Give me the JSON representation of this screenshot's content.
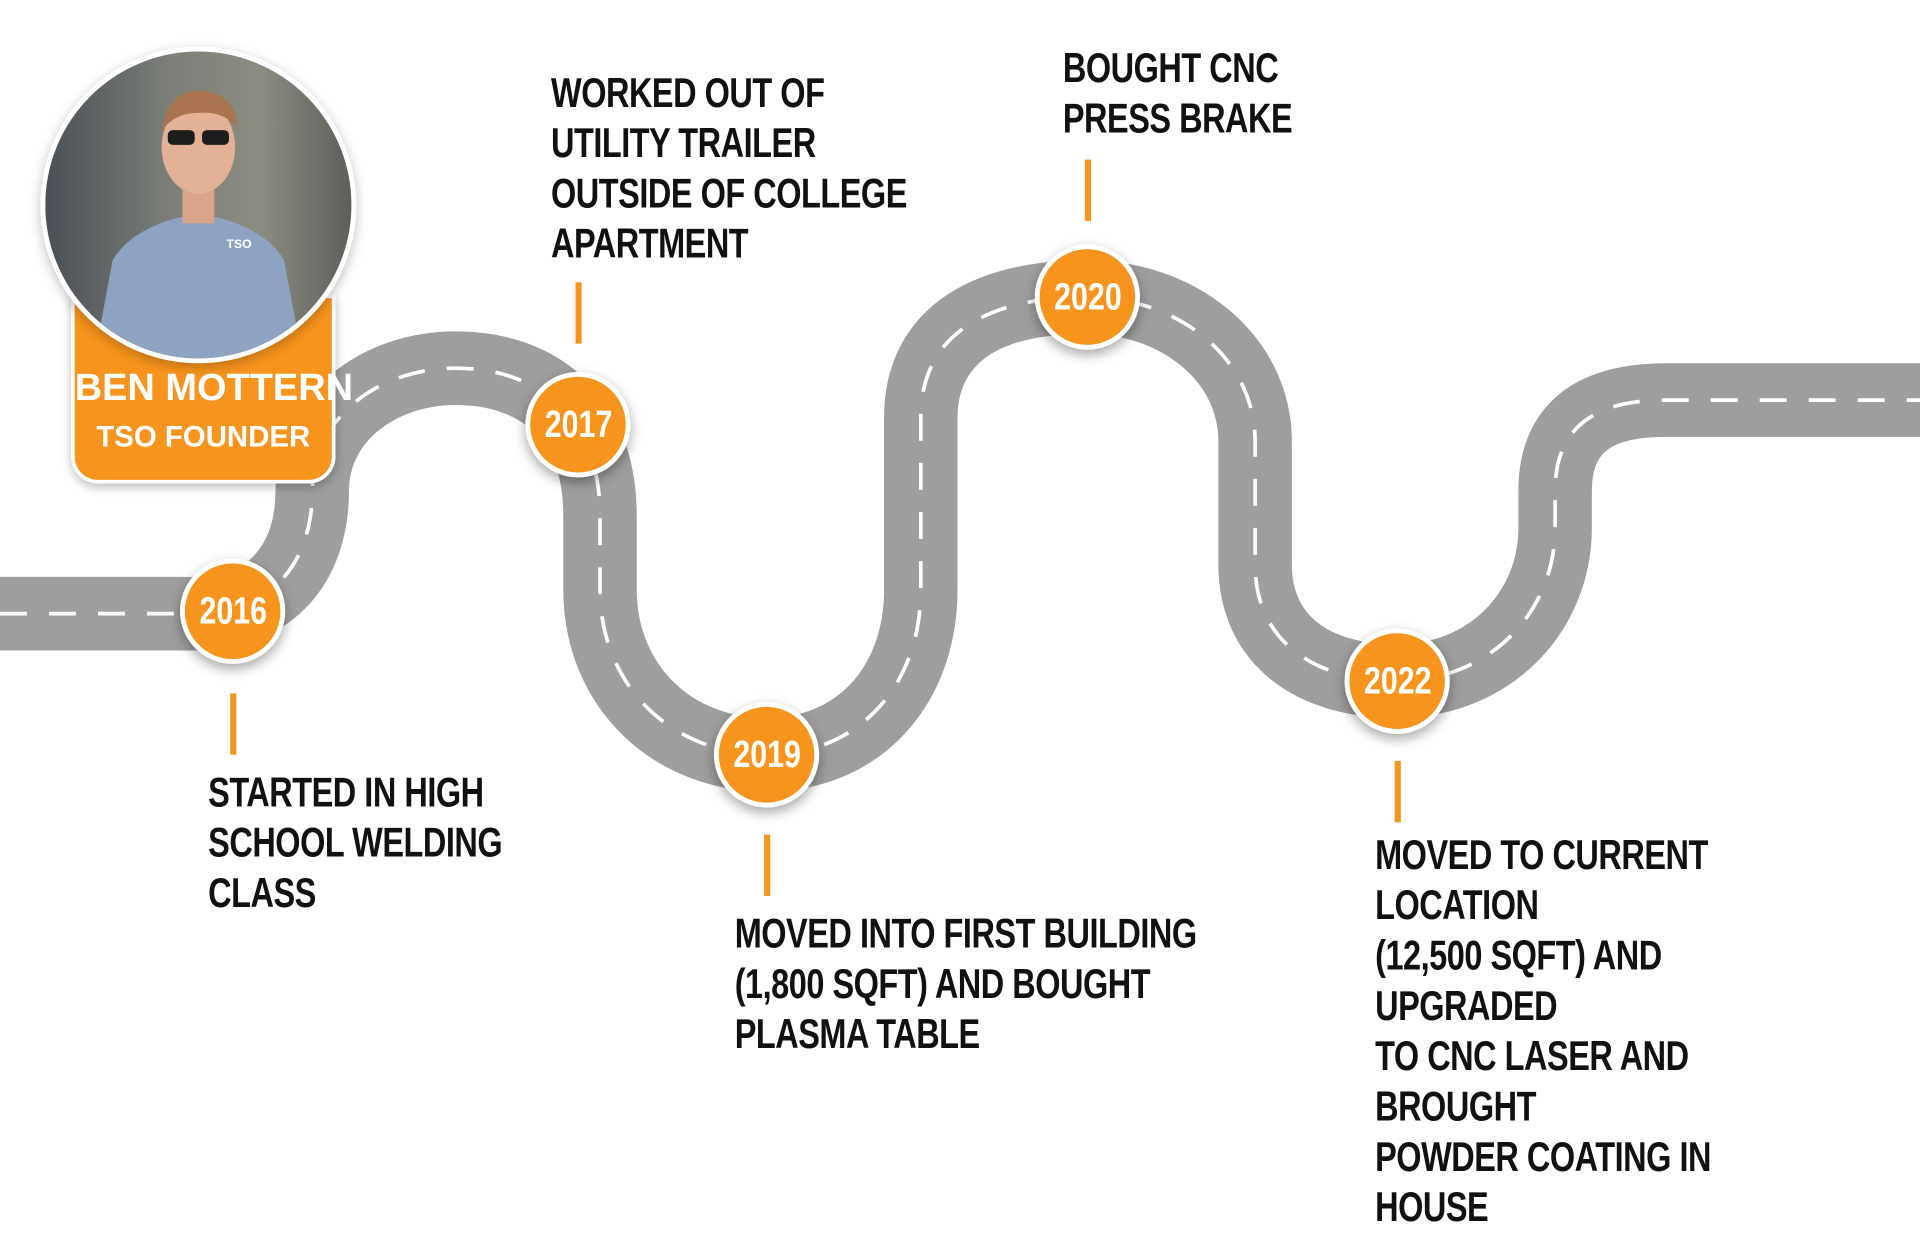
{
  "profile": {
    "name": "BEN MOTTERN",
    "title": "TSO FOUNDER",
    "shirt_logo": "TSO"
  },
  "colors": {
    "accent": "#F7941D",
    "road": "#9E9E9E",
    "text": "#111111"
  },
  "milestones": [
    {
      "year": "2016",
      "text": "STARTED IN HIGH\nSCHOOL WELDING\nCLASS"
    },
    {
      "year": "2017",
      "text": "WORKED OUT OF\nUTILITY TRAILER\nOUTSIDE OF COLLEGE\nAPARTMENT"
    },
    {
      "year": "2019",
      "text": "MOVED INTO FIRST BUILDING\n(1,800 SQFT) AND BOUGHT\nPLASMA TABLE"
    },
    {
      "year": "2020",
      "text": "BOUGHT CNC\nPRESS BRAKE"
    },
    {
      "year": "2022",
      "text": "MOVED TO CURRENT LOCATION\n(12,500 SQFT) AND UPGRADED\nTO CNC LASER AND BROUGHT\nPOWDER COATING IN HOUSE"
    }
  ]
}
